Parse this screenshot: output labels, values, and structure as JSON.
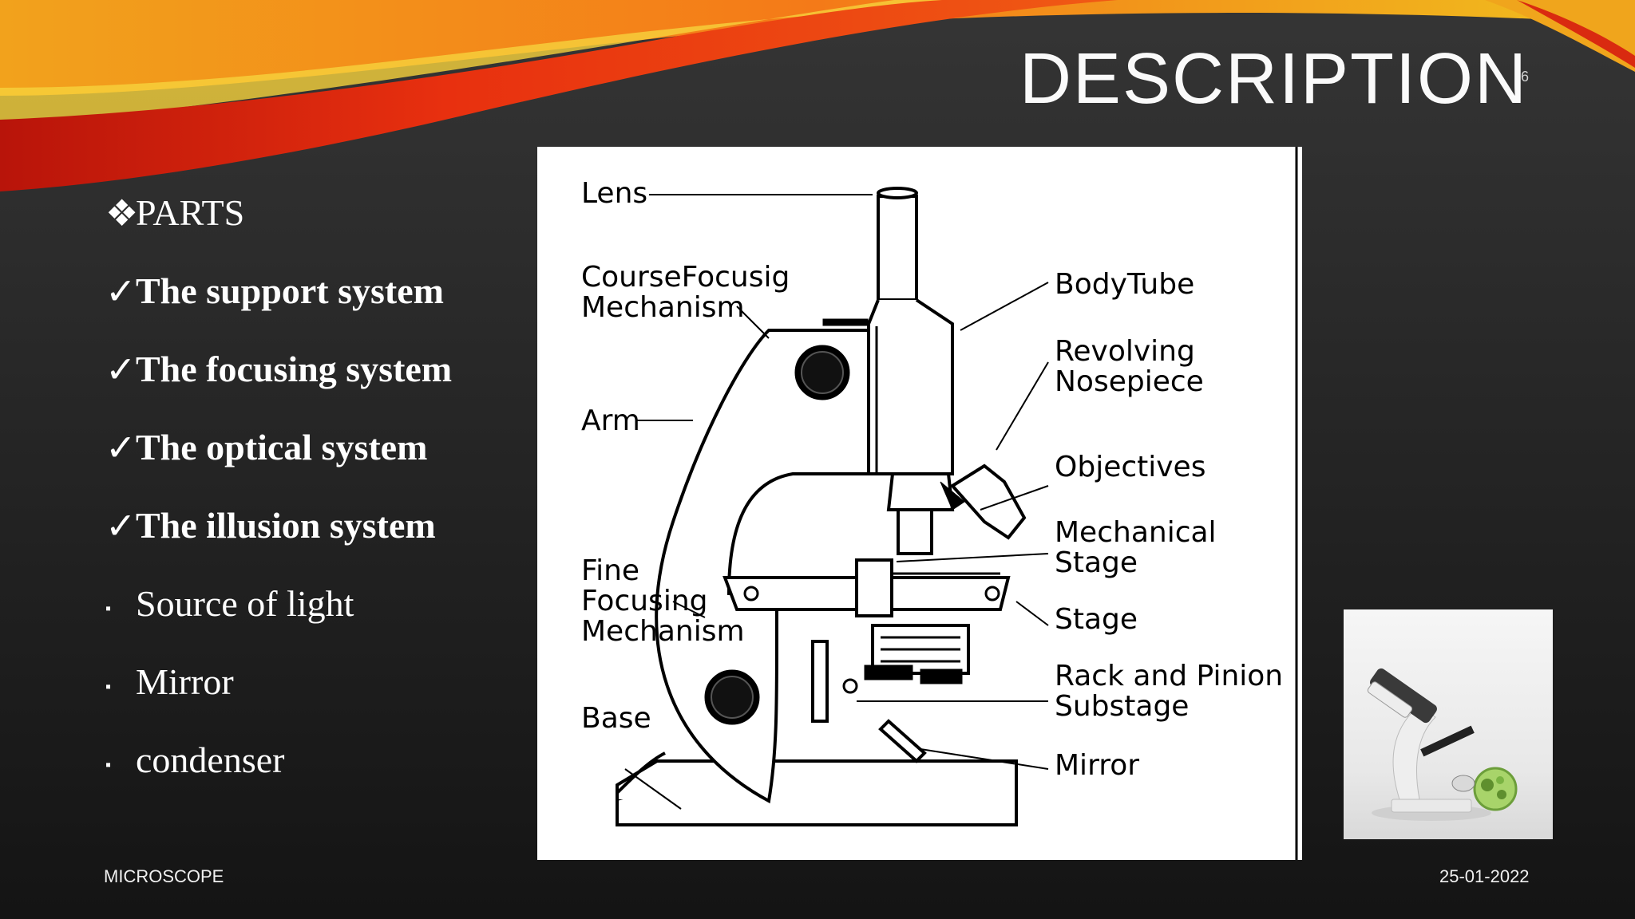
{
  "slide": {
    "title": "DESCRIPTION",
    "number": "6",
    "footer_left": "MICROSCOPE",
    "footer_right": "25-01-2022"
  },
  "bullets": [
    {
      "marker": "❖",
      "text": "PARTS",
      "style": "normal"
    },
    {
      "marker": "✓",
      "text": "The support system",
      "style": "bold"
    },
    {
      "marker": "✓",
      "text": "The focusing system",
      "style": "bold"
    },
    {
      "marker": "✓",
      "text": "The optical system",
      "style": "bold"
    },
    {
      "marker": "✓",
      "text": "The illusion system",
      "style": "bold"
    },
    {
      "marker": "▪",
      "text": "Source of light",
      "style": "square"
    },
    {
      "marker": "▪",
      "text": "Mirror",
      "style": "square"
    },
    {
      "marker": "▪",
      "text": "condenser",
      "style": "square"
    }
  ],
  "diagram": {
    "labels": {
      "lens": "Lens",
      "course_1": "CourseFocusig",
      "course_2": "Mechanism",
      "arm": "Arm",
      "fine_1": "Fine",
      "fine_2": "Focusing",
      "fine_3": "Mechanism",
      "base": "Base",
      "body_tube": "BodyTube",
      "revolving_1": "Revolving",
      "revolving_2": "Nosepiece",
      "objectives": "Objectives",
      "mech_1": "Mechanical",
      "mech_2": "Stage",
      "stage": "Stage",
      "rack_1": "Rack and Pinion",
      "rack_2": "Substage",
      "mirror": "Mirror"
    }
  },
  "colors": {
    "background": "#2a2a2a",
    "swoosh_red": "#d91e0a",
    "swoosh_orange": "#f08a1a",
    "swoosh_yellow": "#f3c21a"
  }
}
